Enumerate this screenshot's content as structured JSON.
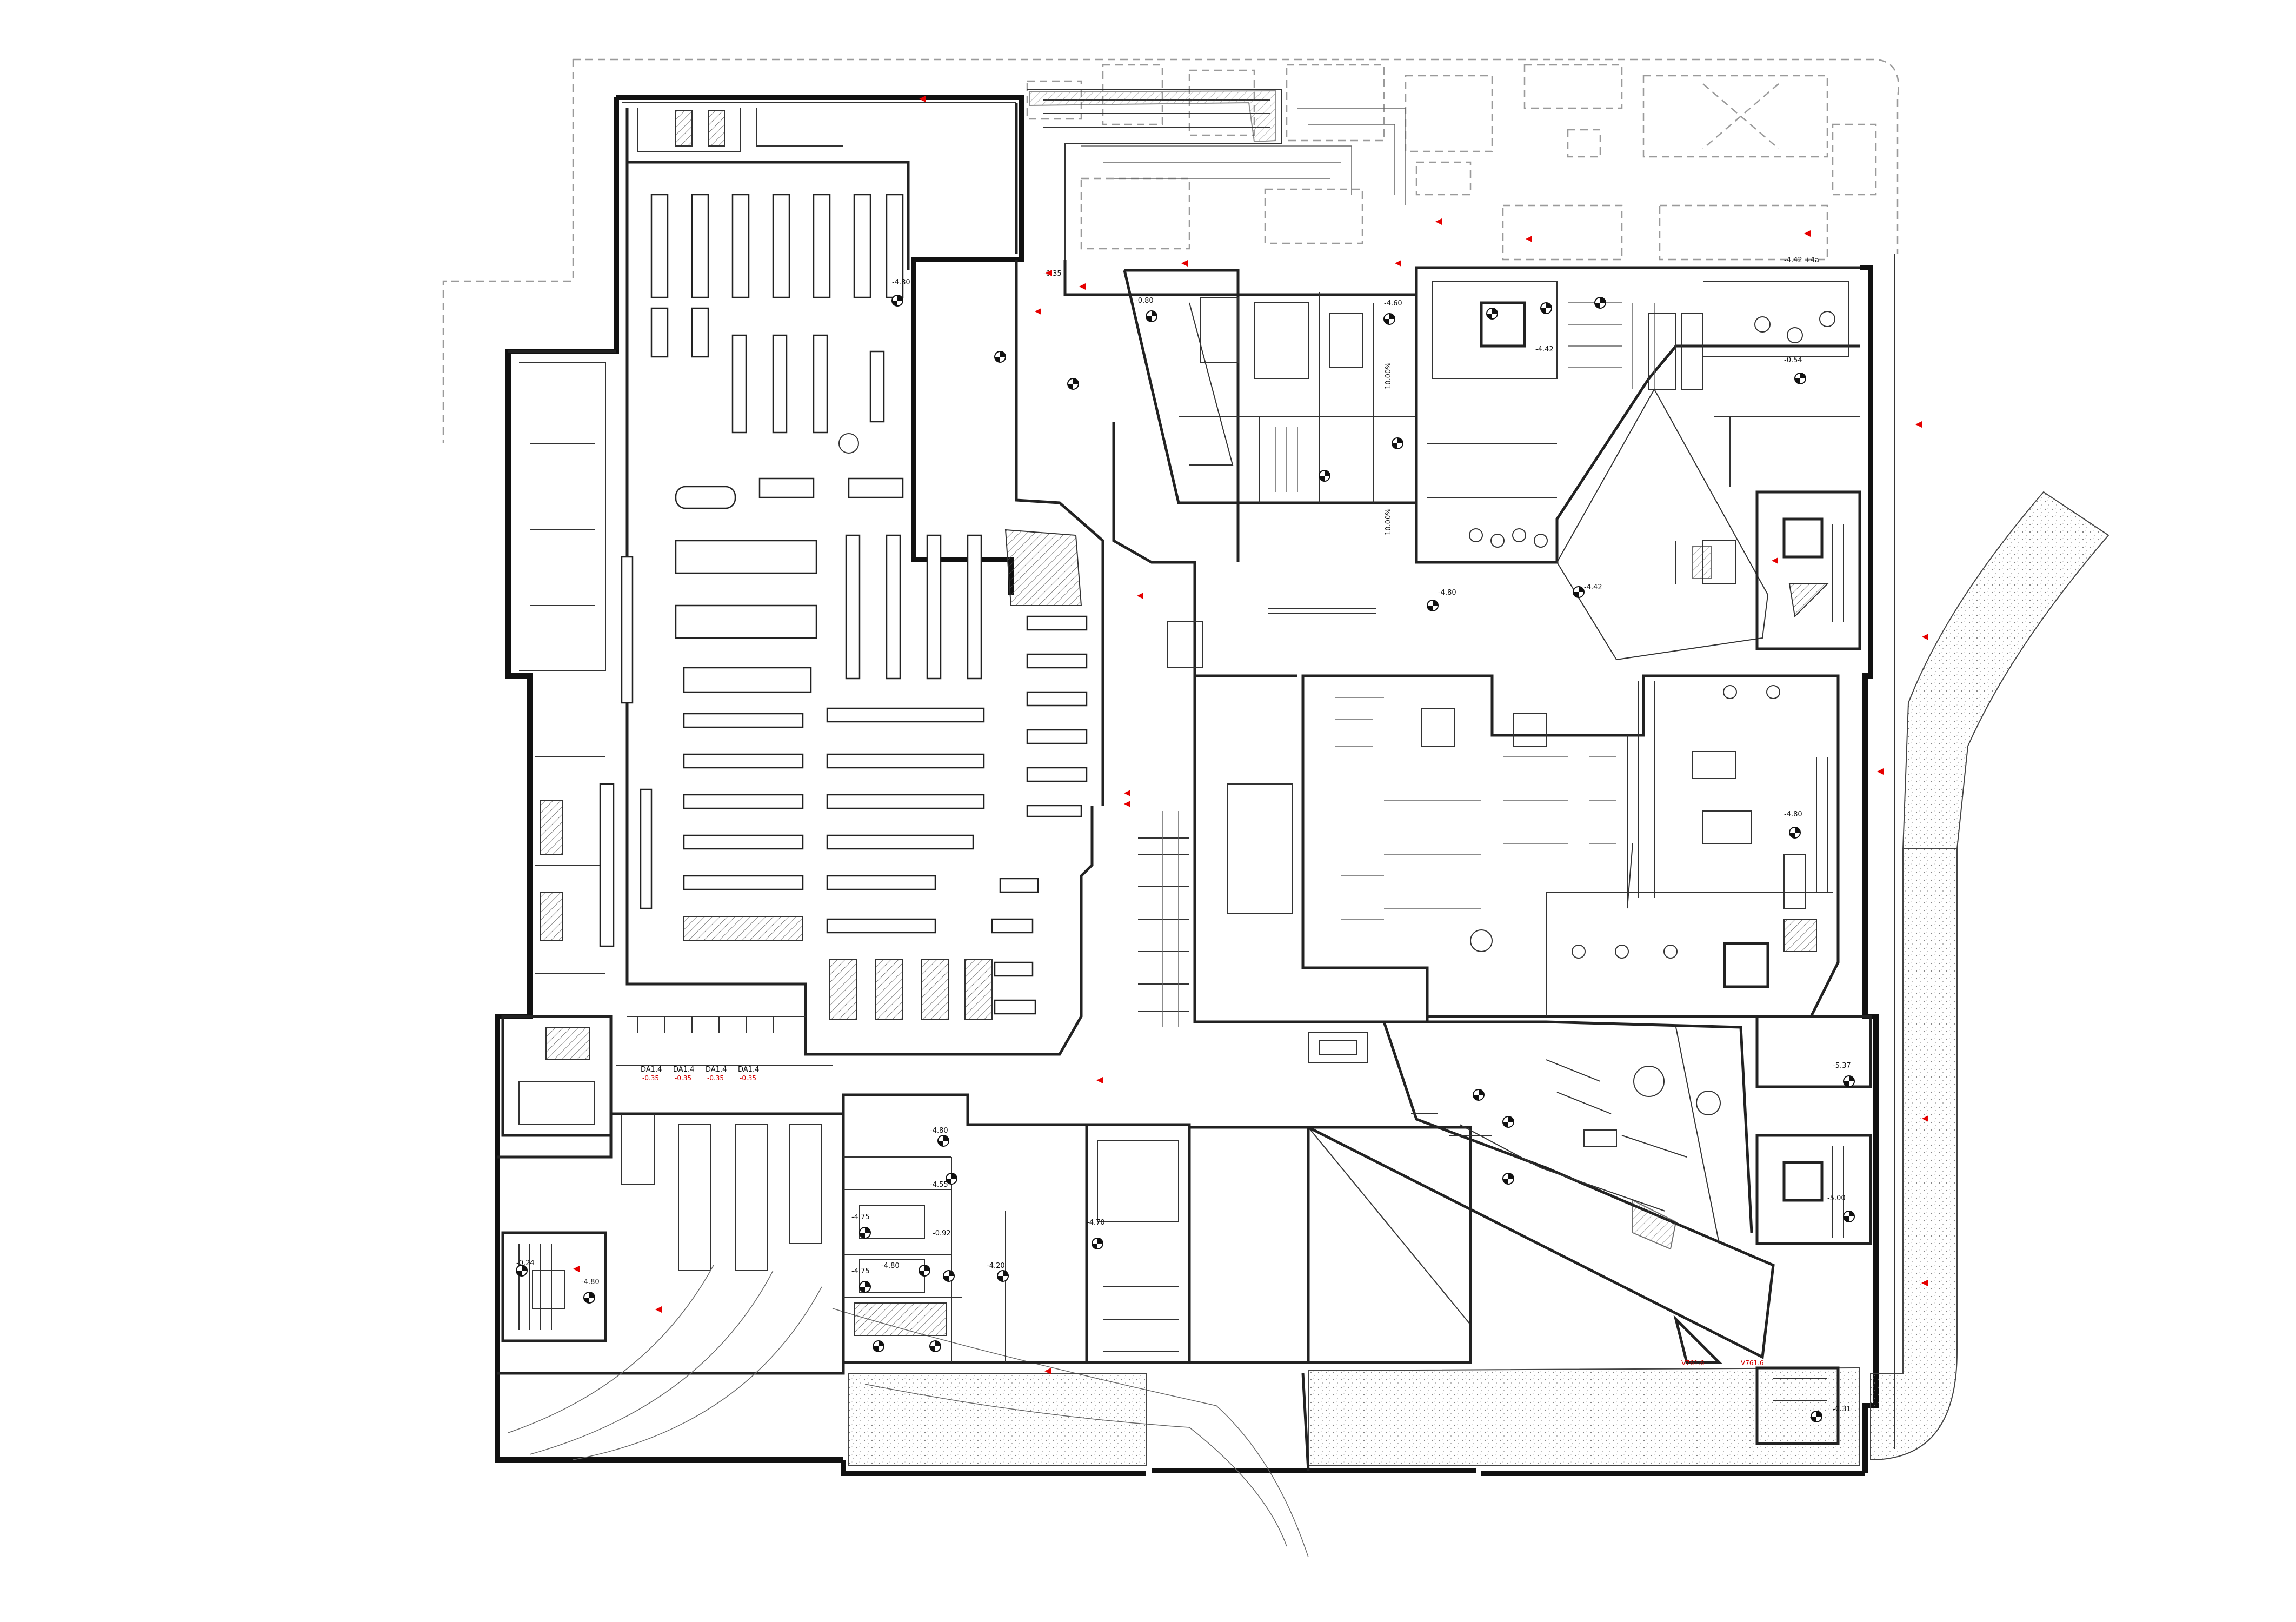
{
  "levels": {
    "a": "-4.80",
    "b": "-0.80",
    "c": "-4.60",
    "d": "-4.42",
    "e": "-4.55",
    "f": "-4.75",
    "g": "-0.35",
    "h": "-0.24",
    "i": "-4.20",
    "j": "-5.00",
    "k": "-0.92",
    "l": "-4.70",
    "m": "-0.31",
    "n": "-5.37",
    "o": "-0.54"
  },
  "slope_labels": {
    "ramp_1": "10.00%",
    "ramp_2": "10.00%"
  },
  "loading_bays": [
    "DA1.4",
    "DA1.4",
    "DA1.4",
    "DA1.4"
  ],
  "loading_bay_levels": [
    "-0.35",
    "-0.35",
    "-0.35",
    "-0.35"
  ],
  "gate_labels": [
    "V761.6",
    "V761.6"
  ],
  "top_right_label": "-4.42 +4a",
  "colors": {
    "walls": "#1a1a1a",
    "ghost_lines": "#9a9a9a",
    "markers": "#e60000"
  }
}
